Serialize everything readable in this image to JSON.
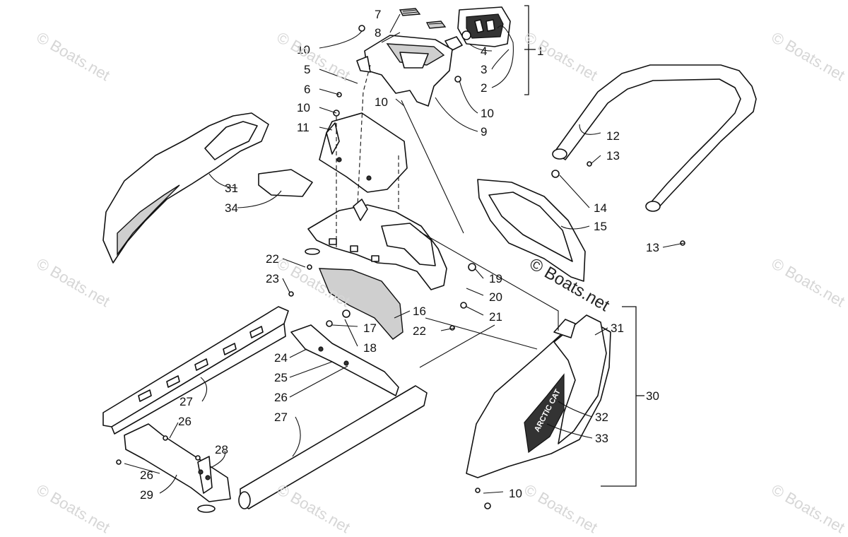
{
  "callouts": [
    {
      "id": "c1",
      "text": "1"
    },
    {
      "id": "c2",
      "text": "2"
    },
    {
      "id": "c3",
      "text": "3"
    },
    {
      "id": "c4",
      "text": "4"
    },
    {
      "id": "c5",
      "text": "5"
    },
    {
      "id": "c6",
      "text": "6"
    },
    {
      "id": "c7",
      "text": "7"
    },
    {
      "id": "c8",
      "text": "8"
    },
    {
      "id": "c9",
      "text": "9"
    },
    {
      "id": "c10a",
      "text": "10"
    },
    {
      "id": "c10b",
      "text": "10"
    },
    {
      "id": "c10c",
      "text": "10"
    },
    {
      "id": "c10d",
      "text": "10"
    },
    {
      "id": "c10e",
      "text": "10"
    },
    {
      "id": "c11",
      "text": "11"
    },
    {
      "id": "c12",
      "text": "12"
    },
    {
      "id": "c13a",
      "text": "13"
    },
    {
      "id": "c13b",
      "text": "13"
    },
    {
      "id": "c14",
      "text": "14"
    },
    {
      "id": "c15",
      "text": "15"
    },
    {
      "id": "c16",
      "text": "16"
    },
    {
      "id": "c17",
      "text": "17"
    },
    {
      "id": "c18",
      "text": "18"
    },
    {
      "id": "c19",
      "text": "19"
    },
    {
      "id": "c20",
      "text": "20"
    },
    {
      "id": "c21",
      "text": "21"
    },
    {
      "id": "c22a",
      "text": "22"
    },
    {
      "id": "c22b",
      "text": "22"
    },
    {
      "id": "c23",
      "text": "23"
    },
    {
      "id": "c24",
      "text": "24"
    },
    {
      "id": "c25",
      "text": "25"
    },
    {
      "id": "c26a",
      "text": "26"
    },
    {
      "id": "c26b",
      "text": "26"
    },
    {
      "id": "c26c",
      "text": "26"
    },
    {
      "id": "c27a",
      "text": "27"
    },
    {
      "id": "c27b",
      "text": "27"
    },
    {
      "id": "c28",
      "text": "28"
    },
    {
      "id": "c29",
      "text": "29"
    },
    {
      "id": "c30",
      "text": "30"
    },
    {
      "id": "c31a",
      "text": "31"
    },
    {
      "id": "c31b",
      "text": "31"
    },
    {
      "id": "c32",
      "text": "32"
    },
    {
      "id": "c33",
      "text": "33"
    },
    {
      "id": "c34",
      "text": "34"
    }
  ],
  "watermark": {
    "text": "© Boats.net"
  },
  "decal_text": "ARCTIC CAT",
  "colors": {
    "line": "#111111",
    "watermark": "#d6d6d6",
    "background": "#ffffff"
  }
}
